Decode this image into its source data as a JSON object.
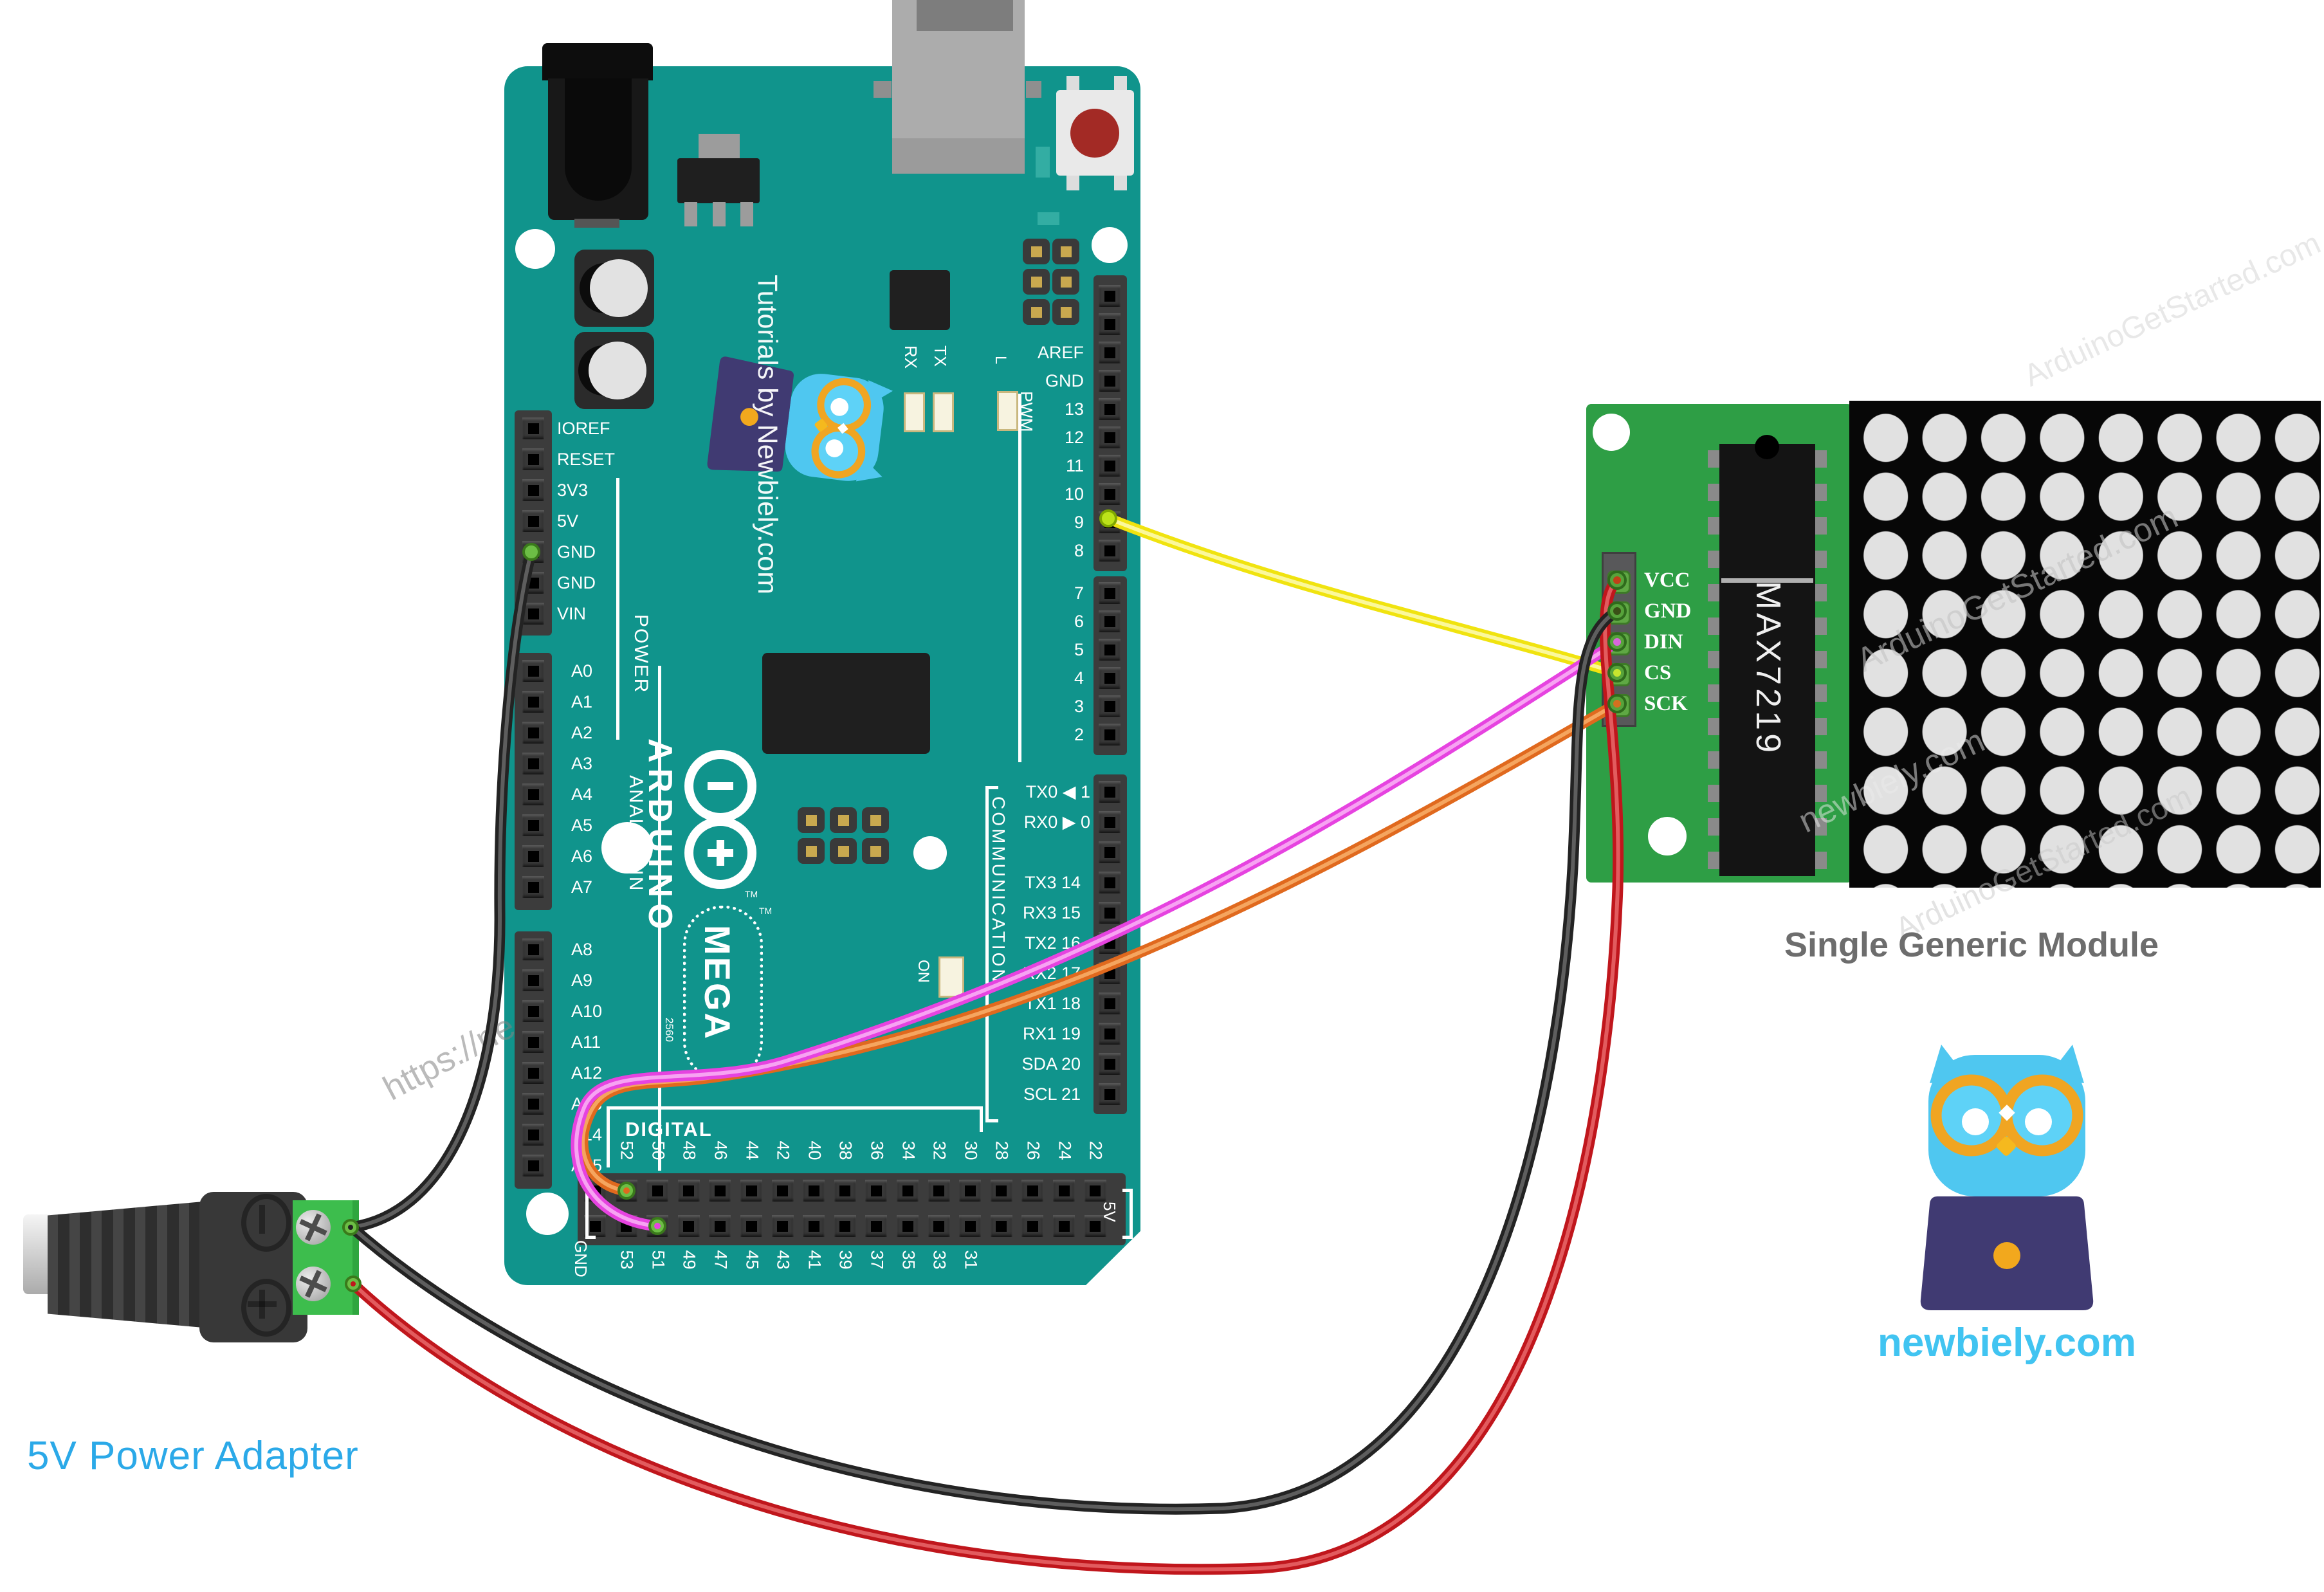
{
  "arduino": {
    "brand": {
      "name": "ARDUINO",
      "model": "MEGA",
      "number": "2560",
      "tm": "TM",
      "credit": "Tutorials by Newbiely.com"
    },
    "sections": {
      "power": "POWER",
      "analog": "ANALOG IN",
      "pwm": "PWM",
      "communication": "COMMUNICATION",
      "digital": "DIGITAL"
    },
    "power_pins": [
      "IOREF",
      "RESET",
      "3V3",
      "5V",
      "GND",
      "GND",
      "VIN"
    ],
    "analog_a": [
      "A0",
      "A1",
      "A2",
      "A3",
      "A4",
      "A5",
      "A6",
      "A7"
    ],
    "analog_b": [
      "A8",
      "A9",
      "A10",
      "A11",
      "A12",
      "A13",
      "A14",
      "A15"
    ],
    "right_top": [
      "AREF",
      "GND",
      "13",
      "12",
      "11",
      "10",
      "9",
      "8"
    ],
    "right_mid": [
      "7",
      "6",
      "5",
      "4",
      "3",
      "2"
    ],
    "serial0": [
      "TX0 ◀ 1",
      "RX0 ▶ 0"
    ],
    "serial_ports": [
      "TX3 14",
      "RX3 15",
      "TX2 16",
      "RX2 17",
      "TX1 18",
      "RX1 19",
      "SDA 20",
      "SCL 21"
    ],
    "digital_top": [
      "52",
      "50",
      "48",
      "46",
      "44",
      "42",
      "40",
      "38",
      "36",
      "34",
      "32",
      "30",
      "28",
      "26",
      "24",
      "22"
    ],
    "digital_bottom": [
      "53",
      "51",
      "49",
      "47",
      "45",
      "43",
      "41",
      "39",
      "37",
      "35",
      "33",
      "31"
    ],
    "corner": {
      "gnd": "GND",
      "v5": "5V"
    },
    "leds": {
      "rx": "RX",
      "tx": "TX",
      "l": "L",
      "on": "ON"
    }
  },
  "module": {
    "chip": "MAX7219",
    "pins": [
      "VCC",
      "GND",
      "DIN",
      "CS",
      "SCK"
    ],
    "caption": "Single Generic Module",
    "matrix": {
      "rows": 8,
      "cols": 8
    }
  },
  "adapter": {
    "caption": "5V Power Adapter",
    "terminal_minus": "−",
    "terminal_plus": "+"
  },
  "branding": {
    "site": "newbiely.com"
  },
  "watermarks": {
    "board": "https://ne",
    "corner": "ArduinoGetStarted.com",
    "matrix_top": "ArduinoGetStarted.com",
    "matrix_mid": "newbiely.com",
    "matrix_bottom": "ArduinoGetStarted.com"
  },
  "wires": [
    {
      "name": "cs-wire",
      "from": "9",
      "to": "CS",
      "color": "#F0E30F",
      "core": "#FBF89B"
    },
    {
      "name": "sck-wire",
      "from": "52",
      "to": "SCK",
      "color": "#E0691E",
      "core": "#F5A55F"
    },
    {
      "name": "din-wire",
      "from": "51",
      "to": "DIN",
      "color": "#E643E0",
      "core": "#F7A3F2"
    },
    {
      "name": "gnd-board-wire",
      "from": "GND",
      "to": "adapter −",
      "color": "#232323",
      "core": "#5E5E5E"
    },
    {
      "name": "vcc-wire",
      "from": "adapter +",
      "to": "VCC",
      "color": "#C0161C",
      "core": "#E25B5E"
    },
    {
      "name": "gnd-module-wire",
      "from": "adapter −",
      "to": "GND",
      "color": "#232323",
      "core": "#5E5E5E"
    }
  ],
  "colors": {
    "board_teal": "#10948C",
    "module_green": "#2E9E45",
    "matrix_black": "#070707",
    "dot_gray": "#E1E1E1",
    "terminal_green": "#3DBD4D",
    "adapter_label_blue": "#2BA9E8",
    "caption_gray": "#6D6D6D",
    "site_blue": "#41C4F1",
    "connector_green": "#6CBE45"
  }
}
